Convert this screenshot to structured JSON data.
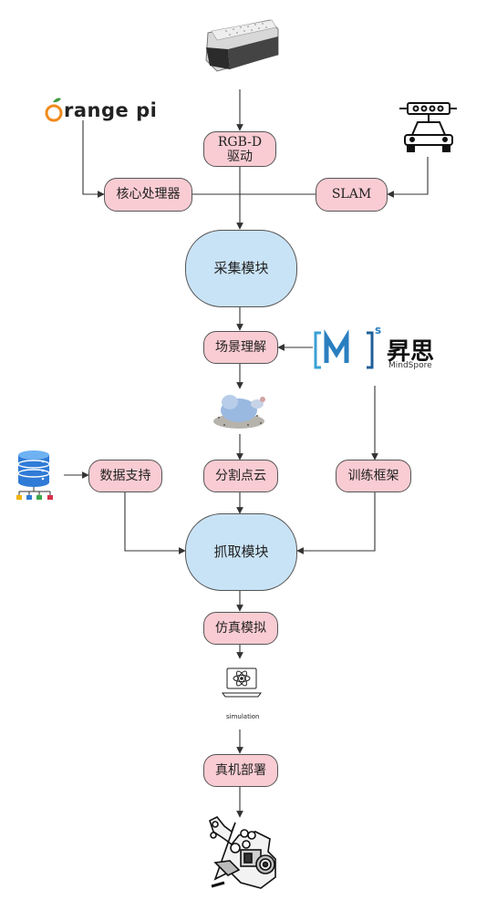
{
  "nodes": {
    "rgbd": "RGB-D\n驱动",
    "core": "核心处理器",
    "slam": "SLAM",
    "collect": "采集模块",
    "scene": "场景理解",
    "segment": "分割点云",
    "data": "数据支持",
    "train": "训练框架",
    "grab": "抓取模块",
    "sim": "仿真模拟",
    "deploy": "真机部署"
  },
  "logos": {
    "orange_pi": "range pi",
    "mindspore_cn": "昇思",
    "mindspore_en": "MindSpore",
    "simulation": "simulation"
  },
  "colors": {
    "node_pink": "#f9ccd3",
    "node_blue": "#c9e3f6",
    "orange": "#f08a1c",
    "mindspore_blue": "#3aa0d6",
    "stroke": "#333333"
  },
  "icons": [
    "depth-camera-icon",
    "orange-pi-logo",
    "lidar-car-icon",
    "mindspore-logo",
    "point-cloud-icon",
    "database-icon",
    "simulation-laptop-icon",
    "robot-hand-icon"
  ]
}
